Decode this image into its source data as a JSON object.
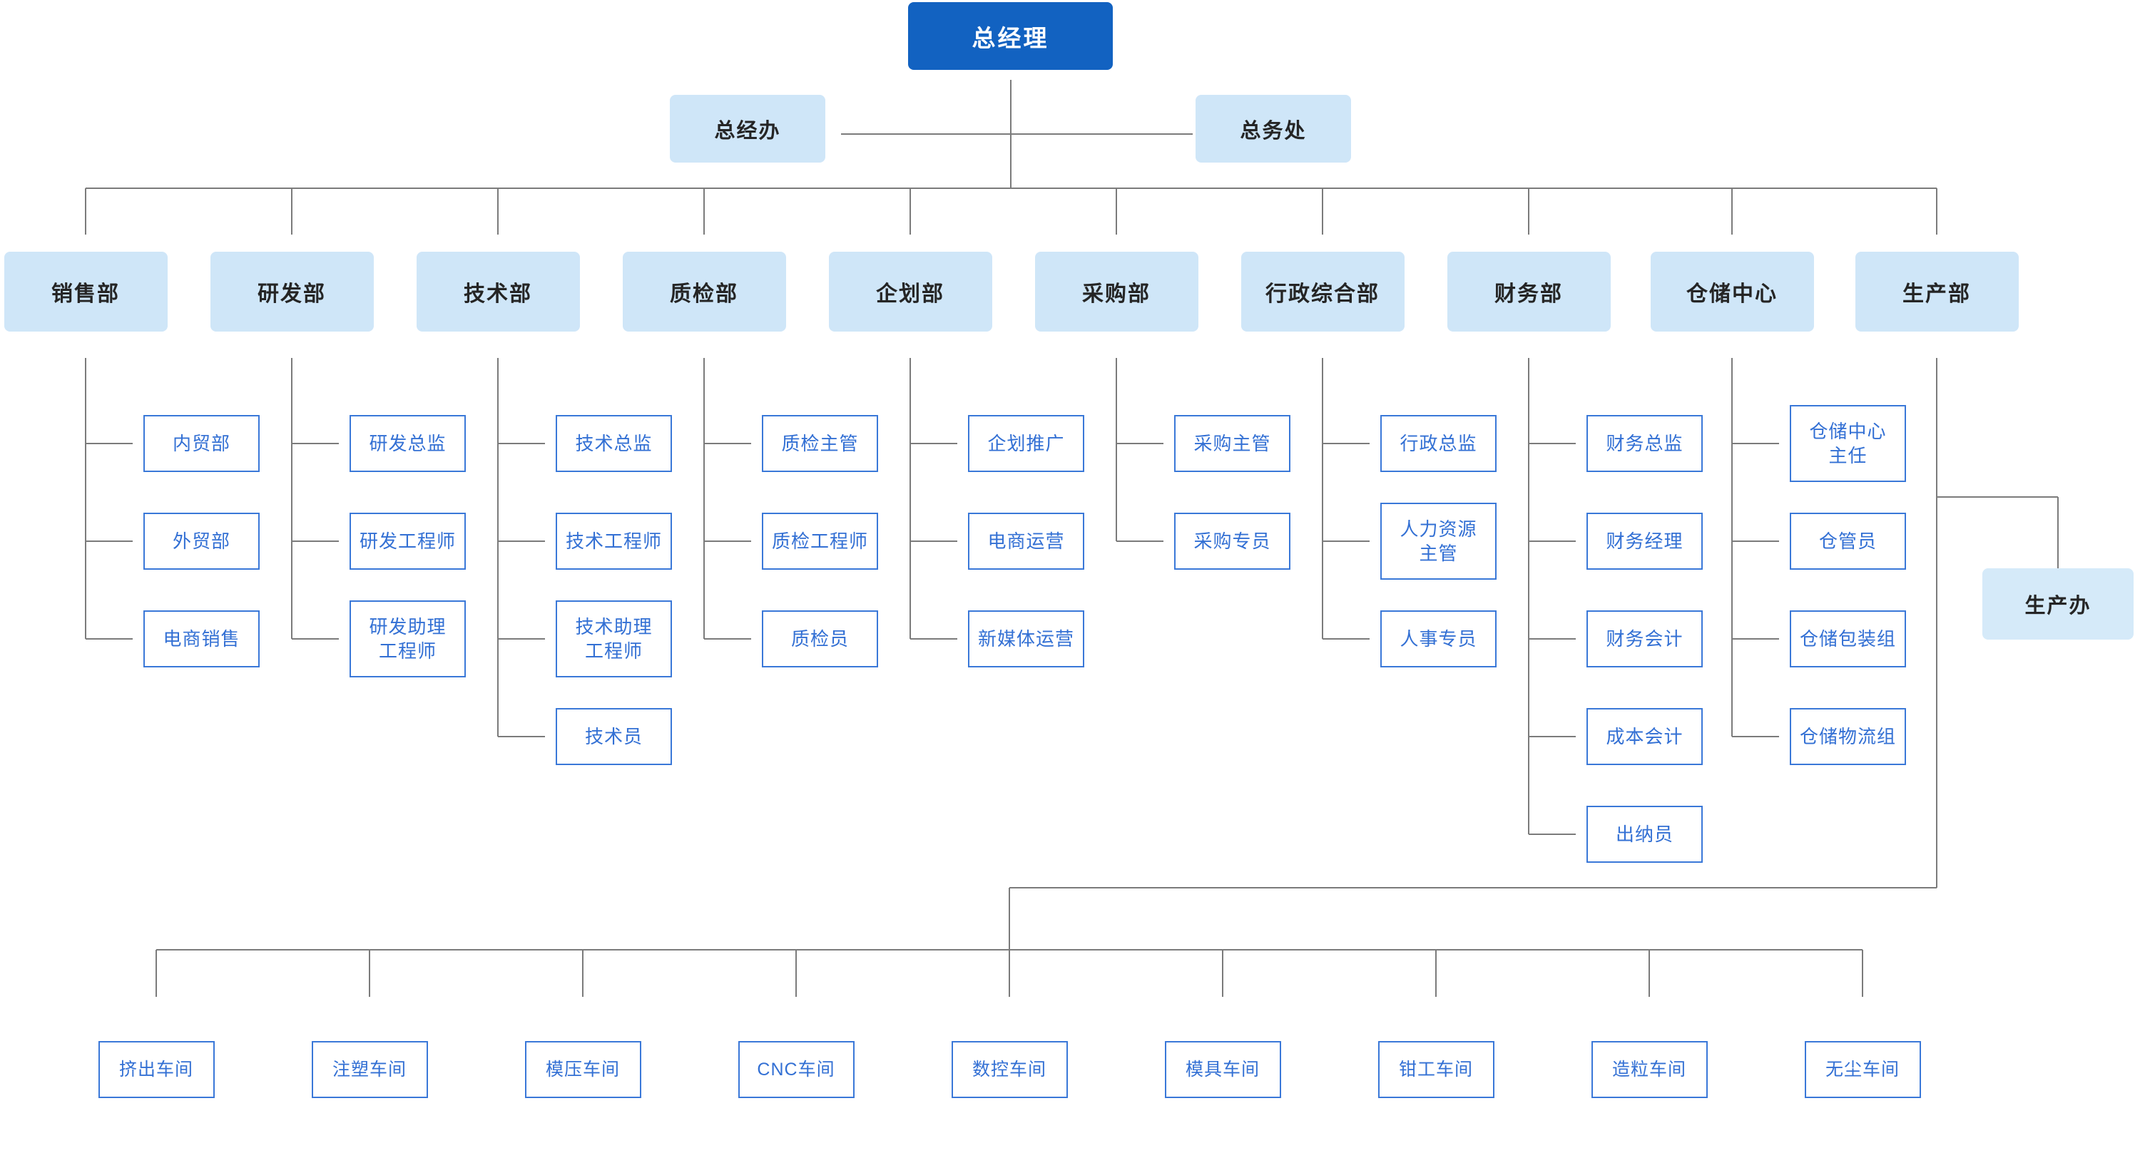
{
  "colors": {
    "node_blue": "#1262c1",
    "node_light_fill": "#cfe6f8",
    "office_fill": "#d5eaf9",
    "sub_border": "#3a78d8",
    "sub_text": "#3370d4",
    "line_gray": "#7b7b7b"
  },
  "root": {
    "label": "总经理"
  },
  "staff": [
    {
      "label": "总经办"
    },
    {
      "label": "总务处"
    }
  ],
  "departments": [
    {
      "label": "销售部",
      "children": [
        "内贸部",
        "外贸部",
        "电商销售"
      ]
    },
    {
      "label": "研发部",
      "children": [
        "研发总监",
        "研发工程师",
        "研发助理\n工程师"
      ]
    },
    {
      "label": "技术部",
      "children": [
        "技术总监",
        "技术工程师",
        "技术助理\n工程师",
        "技术员"
      ]
    },
    {
      "label": "质检部",
      "children": [
        "质检主管",
        "质检工程师",
        "质检员"
      ]
    },
    {
      "label": "企划部",
      "children": [
        "企划推广",
        "电商运营",
        "新媒体运营"
      ]
    },
    {
      "label": "采购部",
      "children": [
        "采购主管",
        "采购专员"
      ]
    },
    {
      "label": "行政综合部",
      "children": [
        "行政总监",
        "人力资源\n主管",
        "人事专员"
      ]
    },
    {
      "label": "财务部",
      "children": [
        "财务总监",
        "财务经理",
        "财务会计",
        "成本会计",
        "出纳员"
      ]
    },
    {
      "label": "仓储中心",
      "children": [
        "仓储中心\n主任",
        "仓管员",
        "仓储包装组",
        "仓储物流组"
      ]
    },
    {
      "label": "生产部",
      "children": []
    }
  ],
  "production_office": {
    "label": "生产办"
  },
  "workshops": [
    "挤出车间",
    "注塑车间",
    "模压车间",
    "CNC车间",
    "数控车间",
    "模具车间",
    "钳工车间",
    "造粒车间",
    "无尘车间"
  ]
}
